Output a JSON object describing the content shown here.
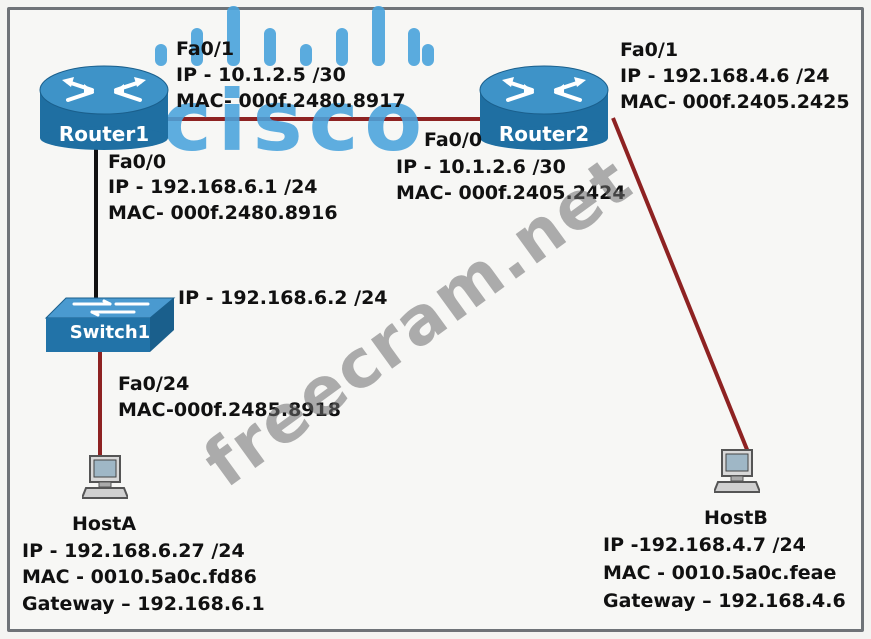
{
  "devices": {
    "router1": {
      "name": "Router1"
    },
    "router2": {
      "name": "Router2"
    },
    "switch1": {
      "name": "Switch1"
    },
    "hostA": {
      "name": "HostA"
    },
    "hostB": {
      "name": "HostB"
    }
  },
  "labels": {
    "r1_fa01": {
      "port": "Fa0/1",
      "ip": "IP - 10.1.2.5 /30",
      "mac": "MAC- 000f.2480.8917"
    },
    "r1_fa00": {
      "port": "Fa0/0",
      "ip": "IP - 192.168.6.1 /24",
      "mac": "MAC- 000f.2480.8916"
    },
    "r2_fa01": {
      "port": "Fa0/1",
      "ip": "IP - 192.168.4.6 /24",
      "mac": "MAC- 000f.2405.2425"
    },
    "r2_fa00": {
      "port": "Fa0/0",
      "ip": "IP - 10.1.2.6 /30",
      "mac": "MAC- 000f.2405.2424"
    },
    "sw1": {
      "ip": "IP - 192.168.6.2 /24",
      "port": "Fa0/24",
      "mac": "MAC-000f.2485.8918"
    },
    "hostA": {
      "ip": "IP - 192.168.6.27 /24",
      "mac": "MAC - 0010.5a0c.fd86",
      "gw": "Gateway – 192.168.6.1"
    },
    "hostB": {
      "ip": "IP -192.168.4.7 /24",
      "mac": "MAC - 0010.5a0c.feae",
      "gw": "Gateway – 192.168.4.6"
    }
  },
  "watermarks": {
    "logo": "cisco",
    "site": "freecram.net"
  },
  "colors": {
    "router": "#2a7fb6",
    "link_red": "#8e2222",
    "link_black": "#111111",
    "cisco_blue": "#4aa3dc"
  }
}
